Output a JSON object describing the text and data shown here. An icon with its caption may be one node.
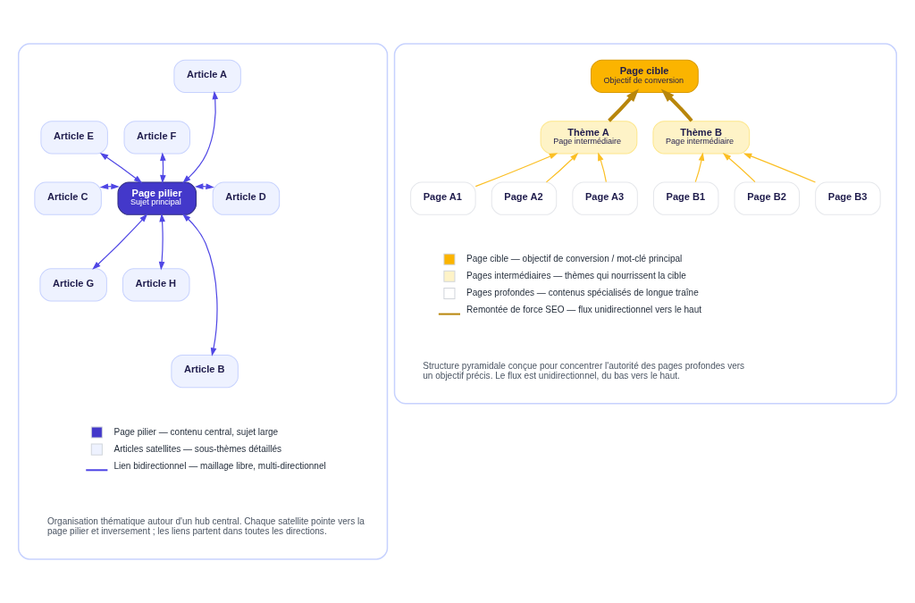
{
  "diagram": {
    "nodes": [
      {
        "text": [],
        "shape": "box"
      },
      {
        "text": [
          "Page pilier",
          "Sujet principal"
        ],
        "in": 0
      },
      {
        "text": [
          "Article A"
        ],
        "in": 0
      },
      {
        "text": [
          "Article E"
        ],
        "in": 0
      },
      {
        "text": [
          "Article F"
        ],
        "in": 0
      },
      {
        "text": [
          "Article C"
        ],
        "in": 0
      },
      {
        "text": [
          "Article D"
        ],
        "in": 0
      },
      {
        "text": [
          "Article G"
        ],
        "in": 0
      },
      {
        "text": [
          "Article H"
        ],
        "in": 0
      },
      {
        "text": [
          "Article B"
        ],
        "in": 0
      },
      {
        "text": [],
        "shape": "box"
      },
      {
        "text": [
          "Page cible",
          "Objectif de conversion"
        ],
        "in": 10
      },
      {
        "text": [
          "Thème A",
          "Page intermédiaire"
        ],
        "in": 10
      },
      {
        "text": [
          "Thème B",
          "Page intermédiaire"
        ],
        "in": 10
      },
      {
        "text": [
          "Page A1"
        ],
        "in": 10
      },
      {
        "text": [
          "Page A2"
        ],
        "in": 10
      },
      {
        "text": [
          "Page A3"
        ],
        "in": 10
      },
      {
        "text": [
          "Page B1"
        ],
        "in": 10
      },
      {
        "text": [
          "Page B2"
        ],
        "in": 10
      },
      {
        "text": [
          "Page B3"
        ],
        "in": 10
      }
    ],
    "edges": [
      {
        "from": 1,
        "to": 2,
        "arrow": "both",
        "color": "#4f46e5"
      },
      {
        "from": 1,
        "to": 3,
        "arrow": "both",
        "color": "#4f46e5"
      },
      {
        "from": 1,
        "to": 4,
        "arrow": "both",
        "color": "#4f46e5"
      },
      {
        "from": 1,
        "to": 5,
        "arrow": "both",
        "color": "#4f46e5"
      },
      {
        "from": 1,
        "to": 6,
        "arrow": "both",
        "color": "#4f46e5"
      },
      {
        "from": 1,
        "to": 7,
        "arrow": "both",
        "color": "#4f46e5"
      },
      {
        "from": 1,
        "to": 8,
        "arrow": "both",
        "color": "#4f46e5"
      },
      {
        "from": 1,
        "to": 9,
        "arrow": "both",
        "color": "#4f46e5"
      },
      {
        "from": 12,
        "to": 11,
        "arrow": "to",
        "style": "thick",
        "color": "#b8860b"
      },
      {
        "from": 13,
        "to": 11,
        "arrow": "to",
        "style": "thick",
        "color": "#b8860b"
      },
      {
        "from": 14,
        "to": 12,
        "arrow": "to",
        "color": "#fbbf24"
      },
      {
        "from": 15,
        "to": 12,
        "arrow": "to",
        "color": "#fbbf24"
      },
      {
        "from": 16,
        "to": 12,
        "arrow": "to",
        "color": "#fbbf24"
      },
      {
        "from": 17,
        "to": 13,
        "arrow": "to",
        "color": "#fbbf24"
      },
      {
        "from": 18,
        "to": 13,
        "arrow": "to",
        "color": "#fbbf24"
      },
      {
        "from": 19,
        "to": 13,
        "arrow": "to",
        "color": "#fbbf24"
      }
    ],
    "labels": [
      "Organisation thématique autour d'un hub central. Chaque satellite pointe vers la page pilier et inversement ; les liens partent dans toutes les directions.",
      "Structure pyramidale conçue pour concentrer l'autorité des pages profondes vers un objectif précis. Le flux est unidirectionnel, du bas vers le haut."
    ],
    "legend": [
      {
        "text": "Page pilier — contenu central, sujet large",
        "color": "#4338ca"
      },
      {
        "text": "Articles satellites — sous-thèmes détaillés",
        "color": "#eef2ff"
      },
      {
        "text": "Lien bidirectionnel — maillage libre, multi-directionnel"
      },
      {
        "text": "Page cible — objectif de conversion / mot-clé principal",
        "color": "#fbb400"
      },
      {
        "text": "Pages intermédiaires — thèmes qui nourrissent la cible",
        "color": "#fef3c7"
      },
      {
        "text": "Pages profondes — contenus spécialisés de longue traîne",
        "color": "#ffffff"
      },
      {
        "text": "Remontée de force SEO — flux unidirectionnel vers le haut"
      }
    ]
  }
}
